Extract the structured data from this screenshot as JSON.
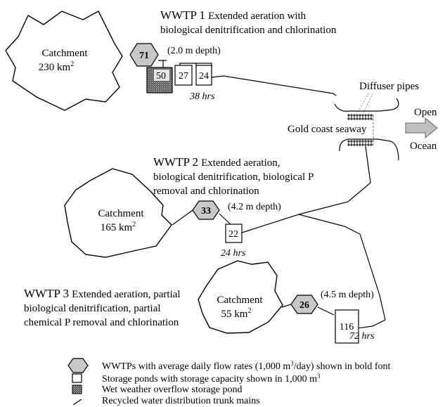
{
  "wwtp1": {
    "name": "WWTP 1",
    "desc_line1": "Extended aeration with",
    "desc_line2": "biological denitrification and chlorination",
    "catchment_label": "Catchment",
    "catchment_area": "230 km",
    "area_sup": "2",
    "flow": "71",
    "depth": "(2.0 m depth)",
    "ponds": [
      "50",
      "27",
      "24"
    ],
    "retention": "38 hrs"
  },
  "wwtp2": {
    "name": "WWTP 2",
    "desc_line1": "Extended aeration,",
    "desc_line2": "biological denitrification, biological P",
    "desc_line3": "removal and chlorination",
    "catchment_label": "Catchment",
    "catchment_area": "165 km",
    "area_sup": "2",
    "flow": "33",
    "depth": "(4.2 m depth)",
    "pond": "22",
    "retention": "24 hrs"
  },
  "wwtp3": {
    "name": "WWTP 3",
    "desc_line1": "Extended aeration, partial",
    "desc_line2": "biological denitrification, partial",
    "desc_line3": "chemical P removal and chlorination",
    "catchment_label": "Catchment",
    "catchment_area": "55 km",
    "area_sup": "2",
    "flow": "26",
    "depth": "(4.5 m depth)",
    "pond": "116",
    "retention": "72 hrs"
  },
  "seaway": {
    "diffuser_label": "Diffuser pipes",
    "seaway_label": "Gold coast seaway",
    "open_label": "Open",
    "ocean_label": "Ocean"
  },
  "legend": {
    "hex_text": "WWTPs with average daily flow rates (1,000 m",
    "hex_sup": "3",
    "hex_tail": "/day) shown in bold font",
    "pond_text": "Storage ponds with storage capacity shown in 1,000 m",
    "pond_sup": "3",
    "overflow_text": "Wet weather overflow storage pond",
    "mains_text": "Recycled water distribution trunk mains"
  },
  "colors": {
    "hex_fill": "#c8c8c8",
    "overflow_fill": "#3a3a3a",
    "arrow_fill": "#c0c0c0"
  }
}
